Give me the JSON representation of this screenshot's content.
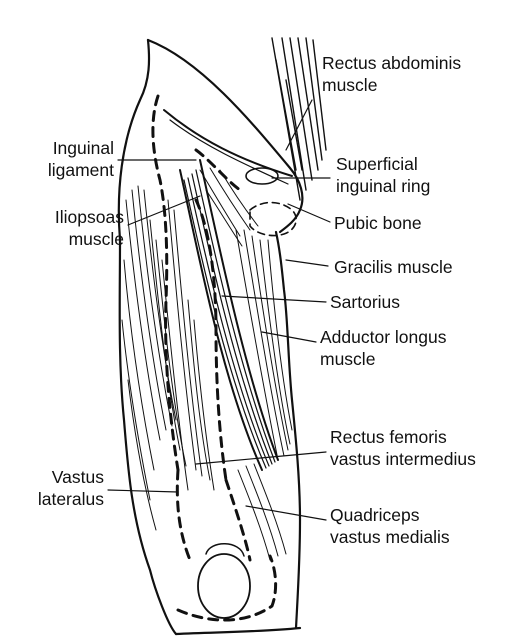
{
  "labels": {
    "rectus_abdominis": [
      "Rectus abdominis",
      "muscle"
    ],
    "inguinal_ligament": [
      "Inguinal",
      "ligament"
    ],
    "superficial_inguinal_ring": [
      "Superficial",
      "inguinal ring"
    ],
    "iliopsoas": [
      "Iliopsoas",
      "muscle"
    ],
    "pubic_bone": [
      "Pubic bone"
    ],
    "gracilis": [
      "Gracilis muscle"
    ],
    "sartorius": [
      "Sartorius"
    ],
    "adductor_longus": [
      "Adductor longus",
      "muscle"
    ],
    "rectus_femoris": [
      "Rectus femoris",
      "vastus intermedius"
    ],
    "vastus_lateralus": [
      "Vastus",
      "lateralus"
    ],
    "quadriceps": [
      "Quadriceps",
      "vastus medialis"
    ]
  },
  "colors": {
    "ink": "#111111",
    "background": "#ffffff"
  }
}
